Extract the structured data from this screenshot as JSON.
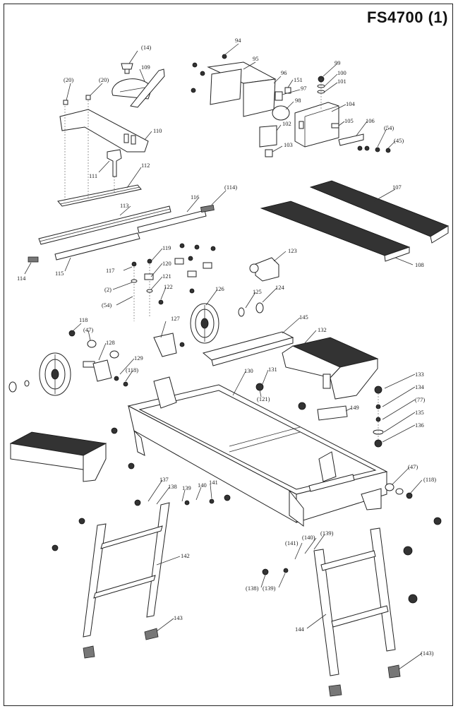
{
  "title": "FS4700 (1)",
  "labels": {
    "l14": "(14)",
    "l109": "109",
    "l20a": "(20)",
    "l20b": "(20)",
    "l110": "110",
    "l111": "111",
    "l112": "112",
    "l94": "94",
    "l95": "95",
    "l96": "96",
    "l151": "151",
    "l97": "97",
    "l98": "98",
    "l99": "99",
    "l100": "100",
    "l101": "101",
    "l102": "102",
    "l103": "103",
    "l104": "104",
    "l105": "105",
    "l106": "106",
    "l54a": "(54)",
    "l45": "(45)",
    "l114a": "(114)",
    "l113": "113",
    "l116": "116",
    "l107": "107",
    "l108": "108",
    "l114b": "114",
    "l115": "115",
    "l119": "119",
    "l117": "117",
    "l120": "120",
    "l2": "(2)",
    "l121": "121",
    "l54b": "(54)",
    "l122": "122",
    "l123": "123",
    "l126": "126",
    "l125": "125",
    "l124": "124",
    "l118a": "118",
    "l47a": "(47)",
    "l127": "127",
    "l145": "145",
    "l132": "132",
    "l128": "128",
    "l129": "129",
    "l118b": "(118)",
    "l130": "130",
    "l131": "131",
    "l121b": "(121)",
    "l133": "133",
    "l134": "134",
    "l77": "(77)",
    "l135": "135",
    "l136": "136",
    "l149": "149",
    "l47b": "(47)",
    "l118c": "(118)",
    "l137": "137",
    "l138": "138",
    "l139": "139",
    "l140": "140",
    "l141": "141",
    "l142": "142",
    "l143": "143",
    "l139b": "(139)",
    "l140b": "(140)",
    "l141b": "(141)",
    "l138b": "(138)",
    "l139c": "(139)",
    "l144": "144",
    "l143b": "(143)"
  }
}
